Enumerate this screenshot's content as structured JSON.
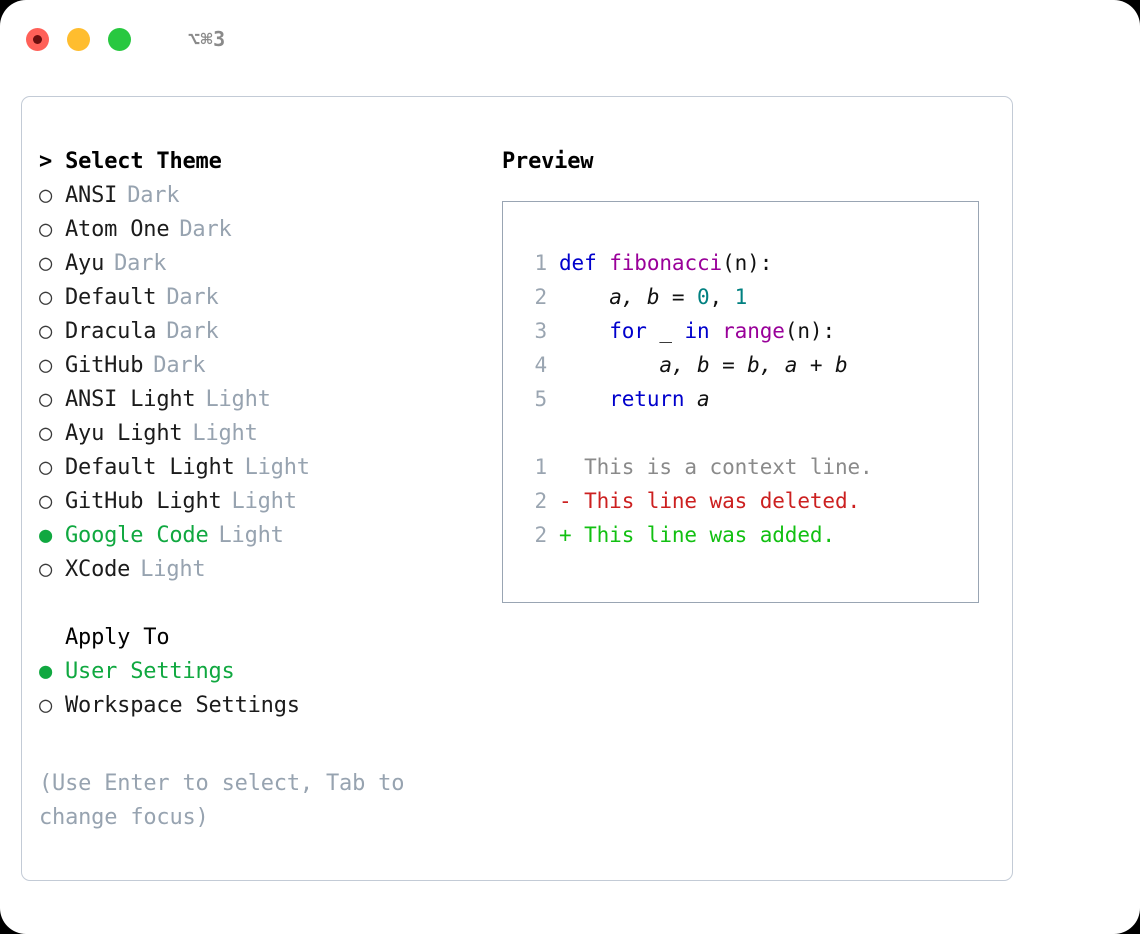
{
  "titlebar": {
    "shortcut": "⌥⌘3",
    "lights": [
      {
        "name": "close",
        "color": "#ff6058"
      },
      {
        "name": "minimize",
        "color": "#ffbd2e"
      },
      {
        "name": "maximize",
        "color": "#28c840"
      }
    ]
  },
  "theme_section": {
    "heading": "> Select Theme",
    "marker_selected": "●",
    "marker_unselected": "○",
    "items": [
      {
        "name": "ANSI",
        "tag": "Dark",
        "selected": false
      },
      {
        "name": "Atom One",
        "tag": "Dark",
        "selected": false
      },
      {
        "name": "Ayu",
        "tag": "Dark",
        "selected": false
      },
      {
        "name": "Default",
        "tag": "Dark",
        "selected": false
      },
      {
        "name": "Dracula",
        "tag": "Dark",
        "selected": false
      },
      {
        "name": "GitHub",
        "tag": "Dark",
        "selected": false
      },
      {
        "name": "ANSI Light",
        "tag": "Light",
        "selected": false
      },
      {
        "name": "Ayu Light",
        "tag": "Light",
        "selected": false
      },
      {
        "name": "Default Light",
        "tag": "Light",
        "selected": false
      },
      {
        "name": "GitHub Light",
        "tag": "Light",
        "selected": false
      },
      {
        "name": "Google Code",
        "tag": "Light",
        "selected": true
      },
      {
        "name": "XCode",
        "tag": "Light",
        "selected": false
      }
    ]
  },
  "apply_section": {
    "heading": "Apply To",
    "items": [
      {
        "name": "User Settings",
        "selected": true
      },
      {
        "name": "Workspace Settings",
        "selected": false
      }
    ]
  },
  "hint": "(Use Enter to select, Tab to change focus)",
  "preview": {
    "title": "Preview",
    "code_lines": [
      {
        "no": "1",
        "tokens": [
          {
            "t": "def",
            "c": "kw"
          },
          {
            "t": " ",
            "c": "pl"
          },
          {
            "t": "fibonacci",
            "c": "fn"
          },
          {
            "t": "(n):",
            "c": "pl"
          }
        ]
      },
      {
        "no": "2",
        "tokens": [
          {
            "t": "    ",
            "c": "pl"
          },
          {
            "t": "a, b = ",
            "c": "var"
          },
          {
            "t": "0",
            "c": "num"
          },
          {
            "t": ", ",
            "c": "pl"
          },
          {
            "t": "1",
            "c": "num"
          }
        ]
      },
      {
        "no": "3",
        "tokens": [
          {
            "t": "    ",
            "c": "pl"
          },
          {
            "t": "for",
            "c": "kw"
          },
          {
            "t": " _ ",
            "c": "pl"
          },
          {
            "t": "in",
            "c": "kw"
          },
          {
            "t": " ",
            "c": "pl"
          },
          {
            "t": "range",
            "c": "fn"
          },
          {
            "t": "(n):",
            "c": "pl"
          }
        ]
      },
      {
        "no": "4",
        "tokens": [
          {
            "t": "        ",
            "c": "pl"
          },
          {
            "t": "a, b = b, a + b",
            "c": "var"
          }
        ]
      },
      {
        "no": "5",
        "tokens": [
          {
            "t": "    ",
            "c": "pl"
          },
          {
            "t": "return",
            "c": "kw"
          },
          {
            "t": " ",
            "c": "pl"
          },
          {
            "t": "a",
            "c": "var"
          }
        ]
      }
    ],
    "diff_lines": [
      {
        "no": "1",
        "sign": " ",
        "text": " This is a context line.",
        "kind": "d-ctx"
      },
      {
        "no": "2",
        "sign": "-",
        "text": " This line was deleted.",
        "kind": "d-del"
      },
      {
        "no": "2",
        "sign": "+",
        "text": " This line was added.",
        "kind": "d-add"
      }
    ]
  },
  "colors": {
    "accent_green": "#10a840",
    "muted_gray": "#97a3b0",
    "keyword_blue": "#0000cc",
    "function_magenta": "#990099",
    "number_teal": "#008080",
    "diff_delete_red": "#cc2020",
    "diff_add_green": "#12c012",
    "panel_border": "#c3cbd6",
    "preview_border": "#99a5b3"
  }
}
